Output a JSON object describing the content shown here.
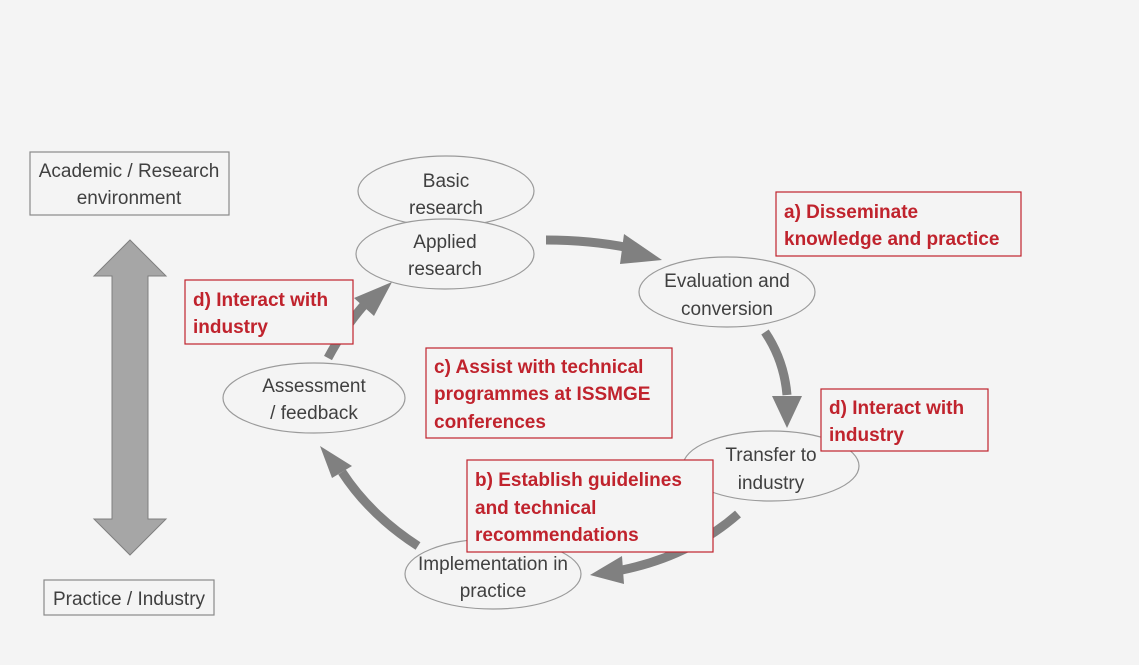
{
  "environment": {
    "top_lines": [
      "Academic / Research",
      "environment"
    ],
    "bottom_lines": [
      "Practice / Industry"
    ]
  },
  "cycle_nodes": {
    "basic_research": [
      "Basic",
      "research"
    ],
    "applied_research": [
      "Applied",
      "research"
    ],
    "evaluation": [
      "Evaluation and",
      "conversion"
    ],
    "transfer": [
      "Transfer to",
      "industry"
    ],
    "implementation": [
      "Implementation in",
      "practice"
    ],
    "assessment": [
      "Assessment",
      "/ feedback"
    ]
  },
  "activity_boxes": {
    "disseminate": [
      "a)  Disseminate",
      "knowledge and practice"
    ],
    "interact_left": [
      "d)  Interact with",
      "industry"
    ],
    "assist": [
      "c)  Assist with technical",
      "programmes at ISSMGE",
      "conferences"
    ],
    "interact_right": [
      "d)  Interact with",
      "industry"
    ],
    "guidelines": [
      "b)  Establish guidelines",
      "and technical",
      "recommendations"
    ]
  },
  "colors": {
    "background": "#f4f4f4",
    "arrow": "#808080",
    "accent_red": "#c0232d",
    "node_text": "#404040"
  }
}
